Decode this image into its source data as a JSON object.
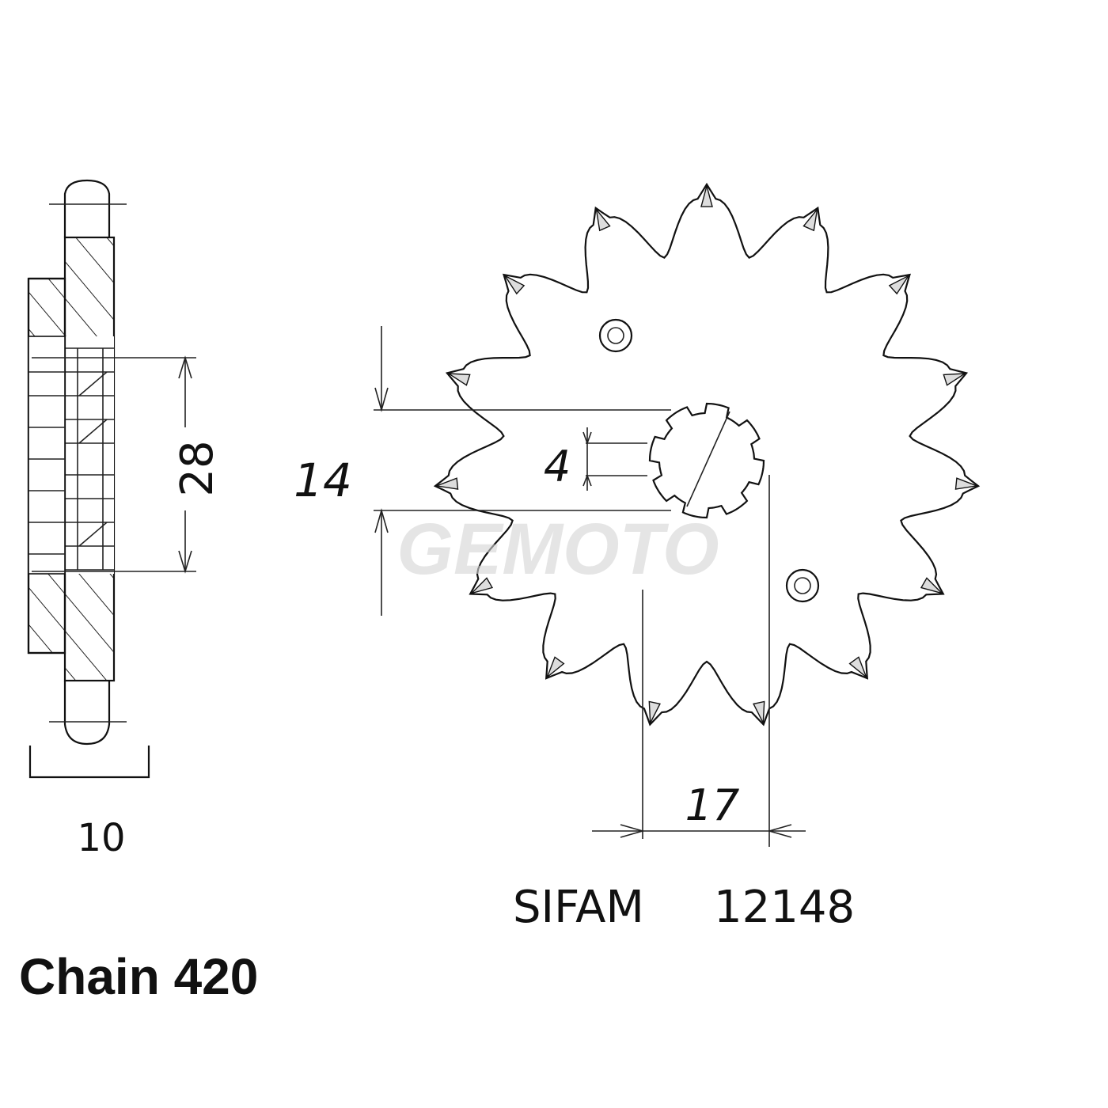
{
  "dimensions": {
    "width_label": "10",
    "bore_label": "28",
    "spline_label": "14",
    "key_label": "4",
    "offset_label": "17"
  },
  "brand": {
    "name": "SIFAM",
    "part_number": "12148"
  },
  "chain": {
    "label": "Chain 420"
  },
  "watermark": {
    "text": "GEMOTO"
  },
  "sprocket": {
    "teeth": 15
  },
  "colors": {
    "ink": "#111111",
    "watermark": "#cccccc"
  }
}
